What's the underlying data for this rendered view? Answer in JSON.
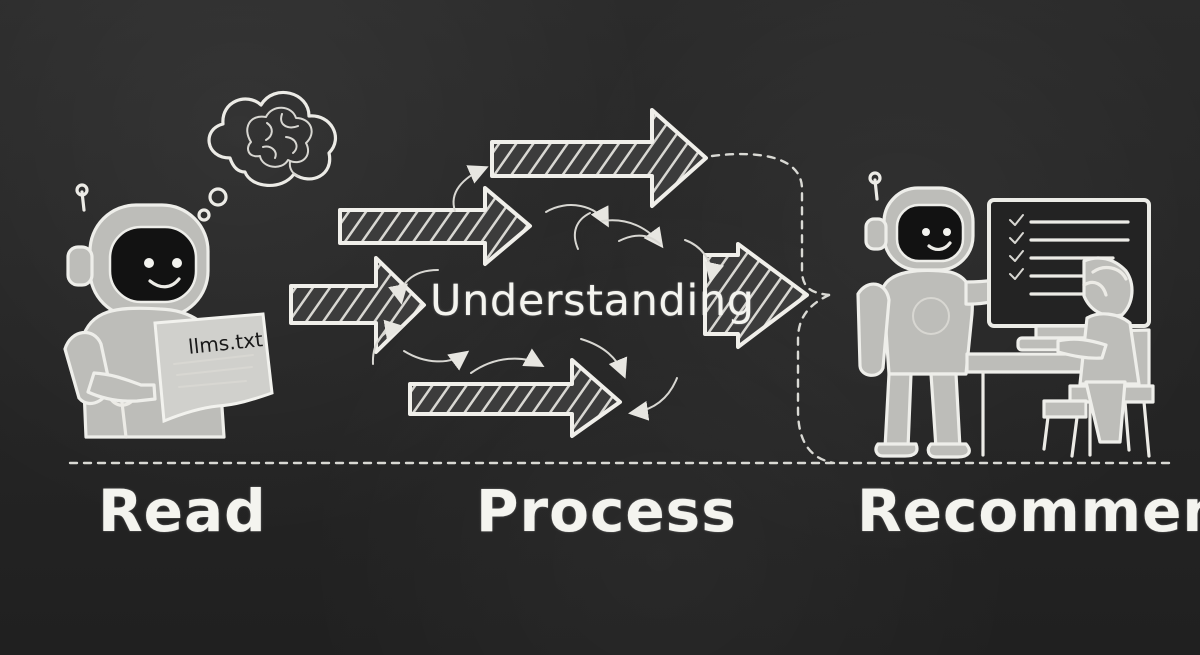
{
  "stages": {
    "read": "Read",
    "process": "Process",
    "recommend": "Recommend"
  },
  "center": {
    "label": "Understanding"
  },
  "document": {
    "label": "llms.txt"
  },
  "icons": {
    "left_robot": "robot-reading-icon",
    "thought": "brain-thought-bubble-icon",
    "arrows": "right-arrow-icons",
    "right_robot": "robot-presenting-icon",
    "computer": "checklist-screen-icon",
    "person": "seated-user-icon"
  },
  "colors": {
    "background": "#252525",
    "chalk": "#ecebe6"
  }
}
